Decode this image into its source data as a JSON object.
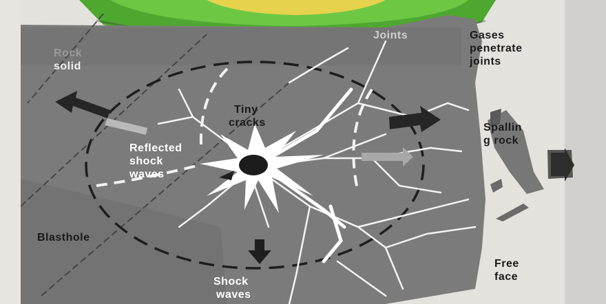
{
  "labels": {
    "rock_solid": [
      "Rock",
      "solid"
    ],
    "joints": "Joints",
    "gases_penetrate_joints": [
      "Gases",
      "penetrate",
      "joints"
    ],
    "tiny_cracks": [
      "Tiny",
      "cracks"
    ],
    "reflected_shock_waves": [
      "Reflected",
      "shock",
      "waves"
    ],
    "spalling_rock": [
      "Spallin",
      "g rock"
    ],
    "blasthole": "Blasthole",
    "shock_waves": [
      "Shock",
      "waves"
    ],
    "free_face": [
      "Free",
      "face"
    ]
  },
  "colors": {
    "rock": "#7b7b7b",
    "rock_dark": "#5e5e5e",
    "background": "#e4e2dd",
    "banner_green": "#5cbf3a",
    "banner_yellow": "#e9d34a",
    "crack": "#f4f4f4",
    "arrow": "#2b2b2b",
    "blasthole": "#1c1c1c"
  }
}
